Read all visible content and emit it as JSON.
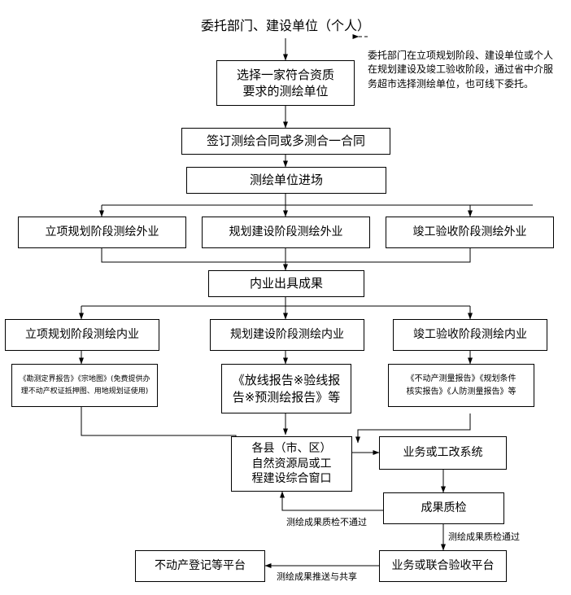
{
  "diagram": {
    "title": "委托部门、建设单位（个人）",
    "note": "委托部门在立项规划阶段、建设单位或个人\n在规划建设及竣工验收阶段，通过省中介服\n务超市选择测绘单位，也可线下委托。",
    "nodes": {
      "select_unit": "选择一家符合资质\n要求的测绘单位",
      "sign_contract": "签订测绘合同或多测合一合同",
      "unit_entry": "测绘单位进场",
      "field_planning": "立项规划阶段测绘外业",
      "field_construction": "规划建设阶段测绘外业",
      "field_acceptance": "竣工验收阶段测绘外业",
      "office_result": "内业出具成果",
      "office_planning": "立项规划阶段测绘内业",
      "office_construction": "规划建设阶段测绘内业",
      "office_acceptance": "竣工验收阶段测绘内业",
      "doc_planning": "《勘测定界报告》《宗地图》(免费提供办\n理不动产权证抵押图、用地规划证使用)",
      "doc_construction": "《放线报告※验线报\n告※预测绘报告》等",
      "doc_acceptance": "《不动产测量报告》《规划条件\n核实报告》《人防测量报告》等",
      "window": "各县（市、区）\n自然资源局或工\n程建设综合窗口",
      "business_system": "业务或工改系统",
      "quality_check": "成果质检",
      "joint_platform": "业务或联合验收平台",
      "registration_platform": "不动产登记等平台"
    },
    "edge_labels": {
      "fail": "测绘成果质检不通过",
      "pass": "测绘成果质检通过",
      "push_share": "测绘成果推送与共享"
    }
  }
}
